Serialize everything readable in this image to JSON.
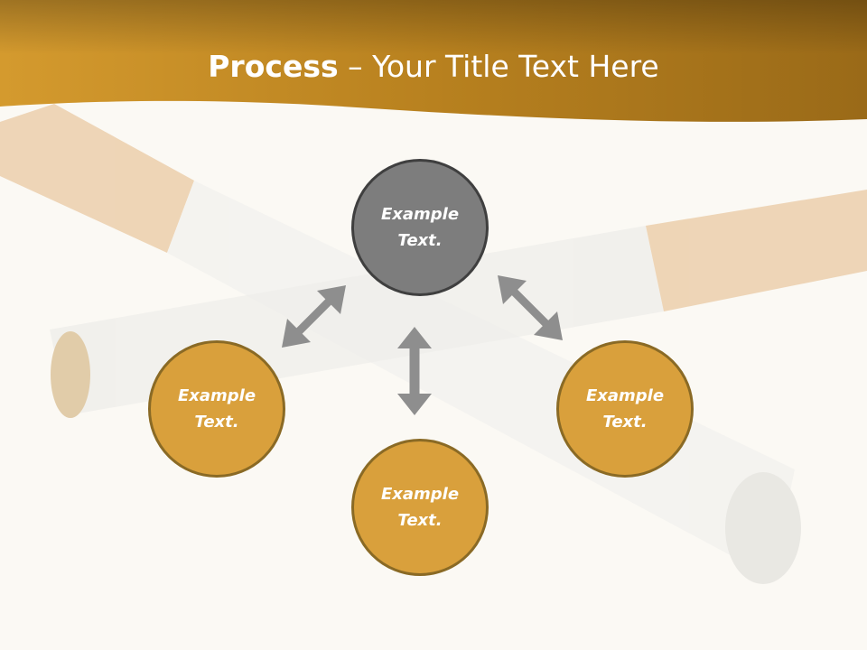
{
  "title": {
    "bold": "Process",
    "rest": " – Your Title Text Here"
  },
  "nodes": {
    "top": "Example Text.",
    "left": "Example Text.",
    "right": "Example Text.",
    "bottom": "Example Text."
  },
  "colors": {
    "header": "#c38a26",
    "node_fill": "#d9a03c",
    "node_border": "#8a6a25",
    "center_node": "#7d7d7d",
    "arrow": "#8e8e8e"
  }
}
